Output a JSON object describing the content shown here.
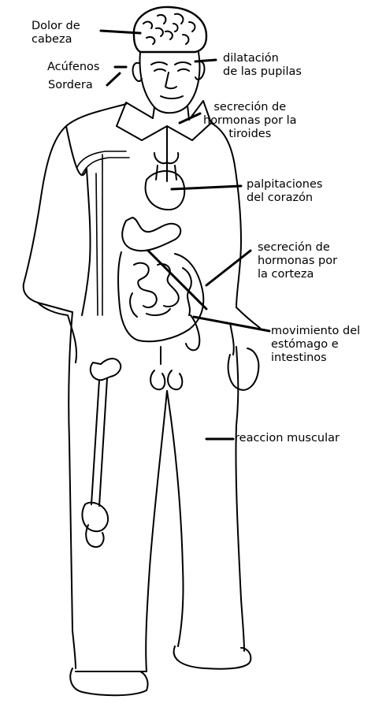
{
  "labels": {
    "headache": [
      "Dolor de",
      "cabeza"
    ],
    "tinnitus": [
      "Acúfenos"
    ],
    "deafness": [
      "Sordera"
    ],
    "pupils": [
      "dilatación",
      "de las pupilas"
    ],
    "thyroid": [
      "secreción de",
      "hormonas por la",
      "tiroides"
    ],
    "heart": [
      "palpitaciones",
      "del corazón"
    ],
    "cortex": [
      "secreción de",
      "hormonas por",
      "la corteza"
    ],
    "stomach": [
      "movimiento del",
      "estómago e",
      "intestinos"
    ],
    "muscle": [
      "reaccion muscular"
    ]
  }
}
